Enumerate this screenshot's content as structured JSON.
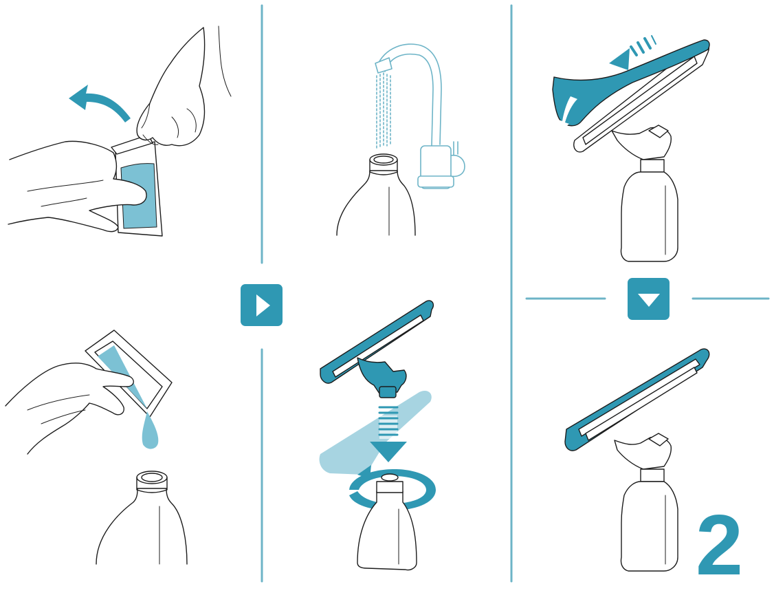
{
  "step_number": "2",
  "colors": {
    "accent": "#2f98b3",
    "accent_dark": "#257f96",
    "liquid": "#7cc1d4",
    "water": "#9fd3e3",
    "outline": "#1c1c1c",
    "divider": "#6db4c7"
  },
  "icons": {
    "next_arrow": "triangle-right",
    "down_arrow": "triangle-down"
  }
}
